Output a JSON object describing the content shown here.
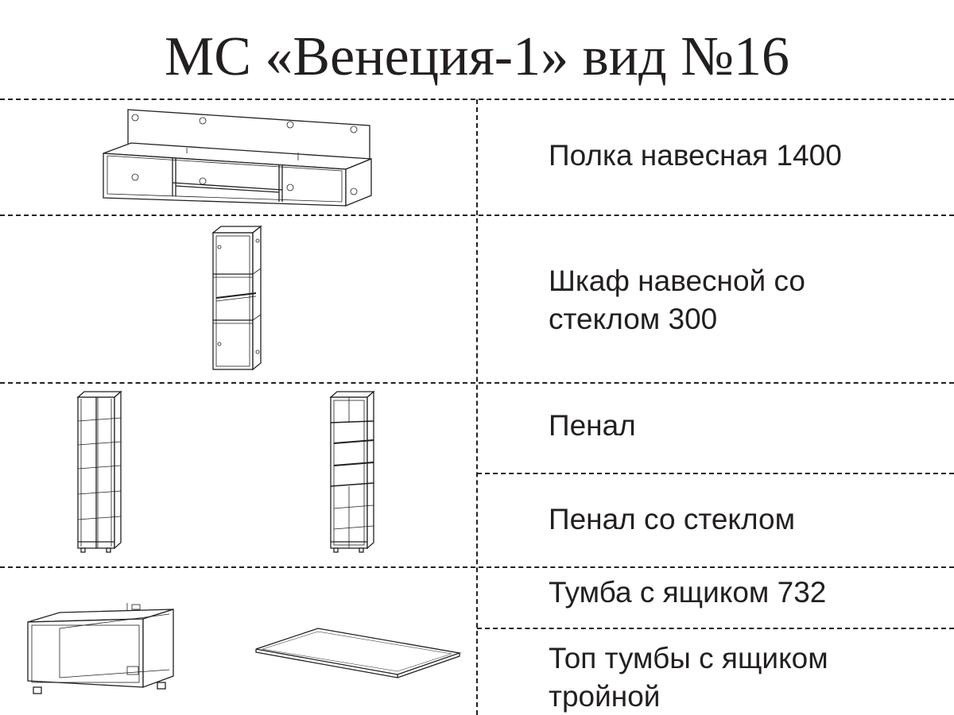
{
  "title": "МС  «Венеция-1»  вид №16",
  "items": [
    {
      "label": "Полка навесная 1400"
    },
    {
      "label_line1": "Шкаф навесной со",
      "label_line2": "стеклом 300"
    },
    {
      "label": "Пенал"
    },
    {
      "label": "Пенал со стеклом"
    },
    {
      "label": "Тумба с ящиком 732"
    },
    {
      "label_line1": "Топ тумбы с ящиком",
      "label_line2": "тройной"
    }
  ]
}
